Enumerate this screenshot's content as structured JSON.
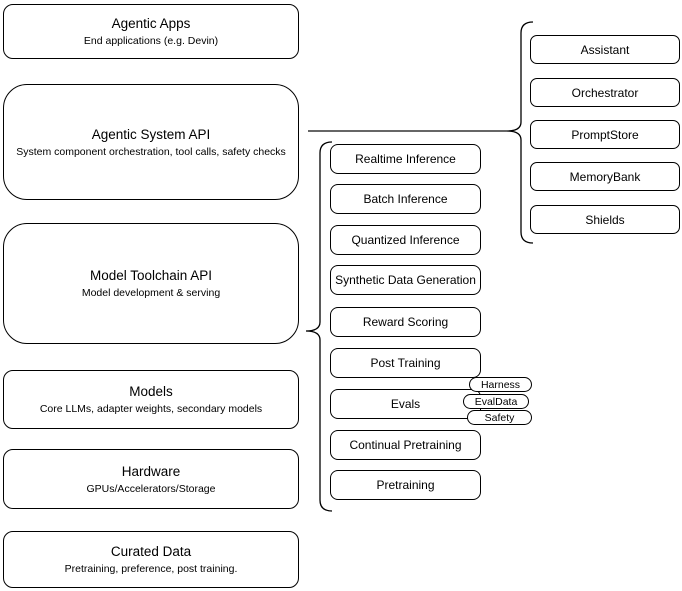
{
  "left_stack": [
    {
      "title": "Agentic Apps",
      "subtitle": "End applications (e.g. Devin)"
    },
    {
      "title": "Agentic System API",
      "subtitle": "System component orchestration, tool calls, safety checks"
    },
    {
      "title": "Model Toolchain API",
      "subtitle": "Model development & serving"
    },
    {
      "title": "Models",
      "subtitle": "Core LLMs, adapter weights, secondary models"
    },
    {
      "title": "Hardware",
      "subtitle": "GPUs/Accelerators/Storage"
    },
    {
      "title": "Curated Data",
      "subtitle": "Pretraining, preference, post training."
    }
  ],
  "toolchain": {
    "items": [
      "Realtime Inference",
      "Batch Inference",
      "Quantized Inference",
      "Synthetic Data Generation",
      "Reward Scoring",
      "Post Training",
      "Evals",
      "Continual Pretraining",
      "Pretraining"
    ]
  },
  "evals_tags": [
    "Harness",
    "EvalData",
    "Safety"
  ],
  "system_components": [
    "Assistant",
    "Orchestrator",
    "PromptStore",
    "MemoryBank",
    "Shields"
  ],
  "colors": {
    "node_stroke": "#000000",
    "node_fill": "#ffffff",
    "connector": "#666666",
    "background": "#ffffff"
  }
}
